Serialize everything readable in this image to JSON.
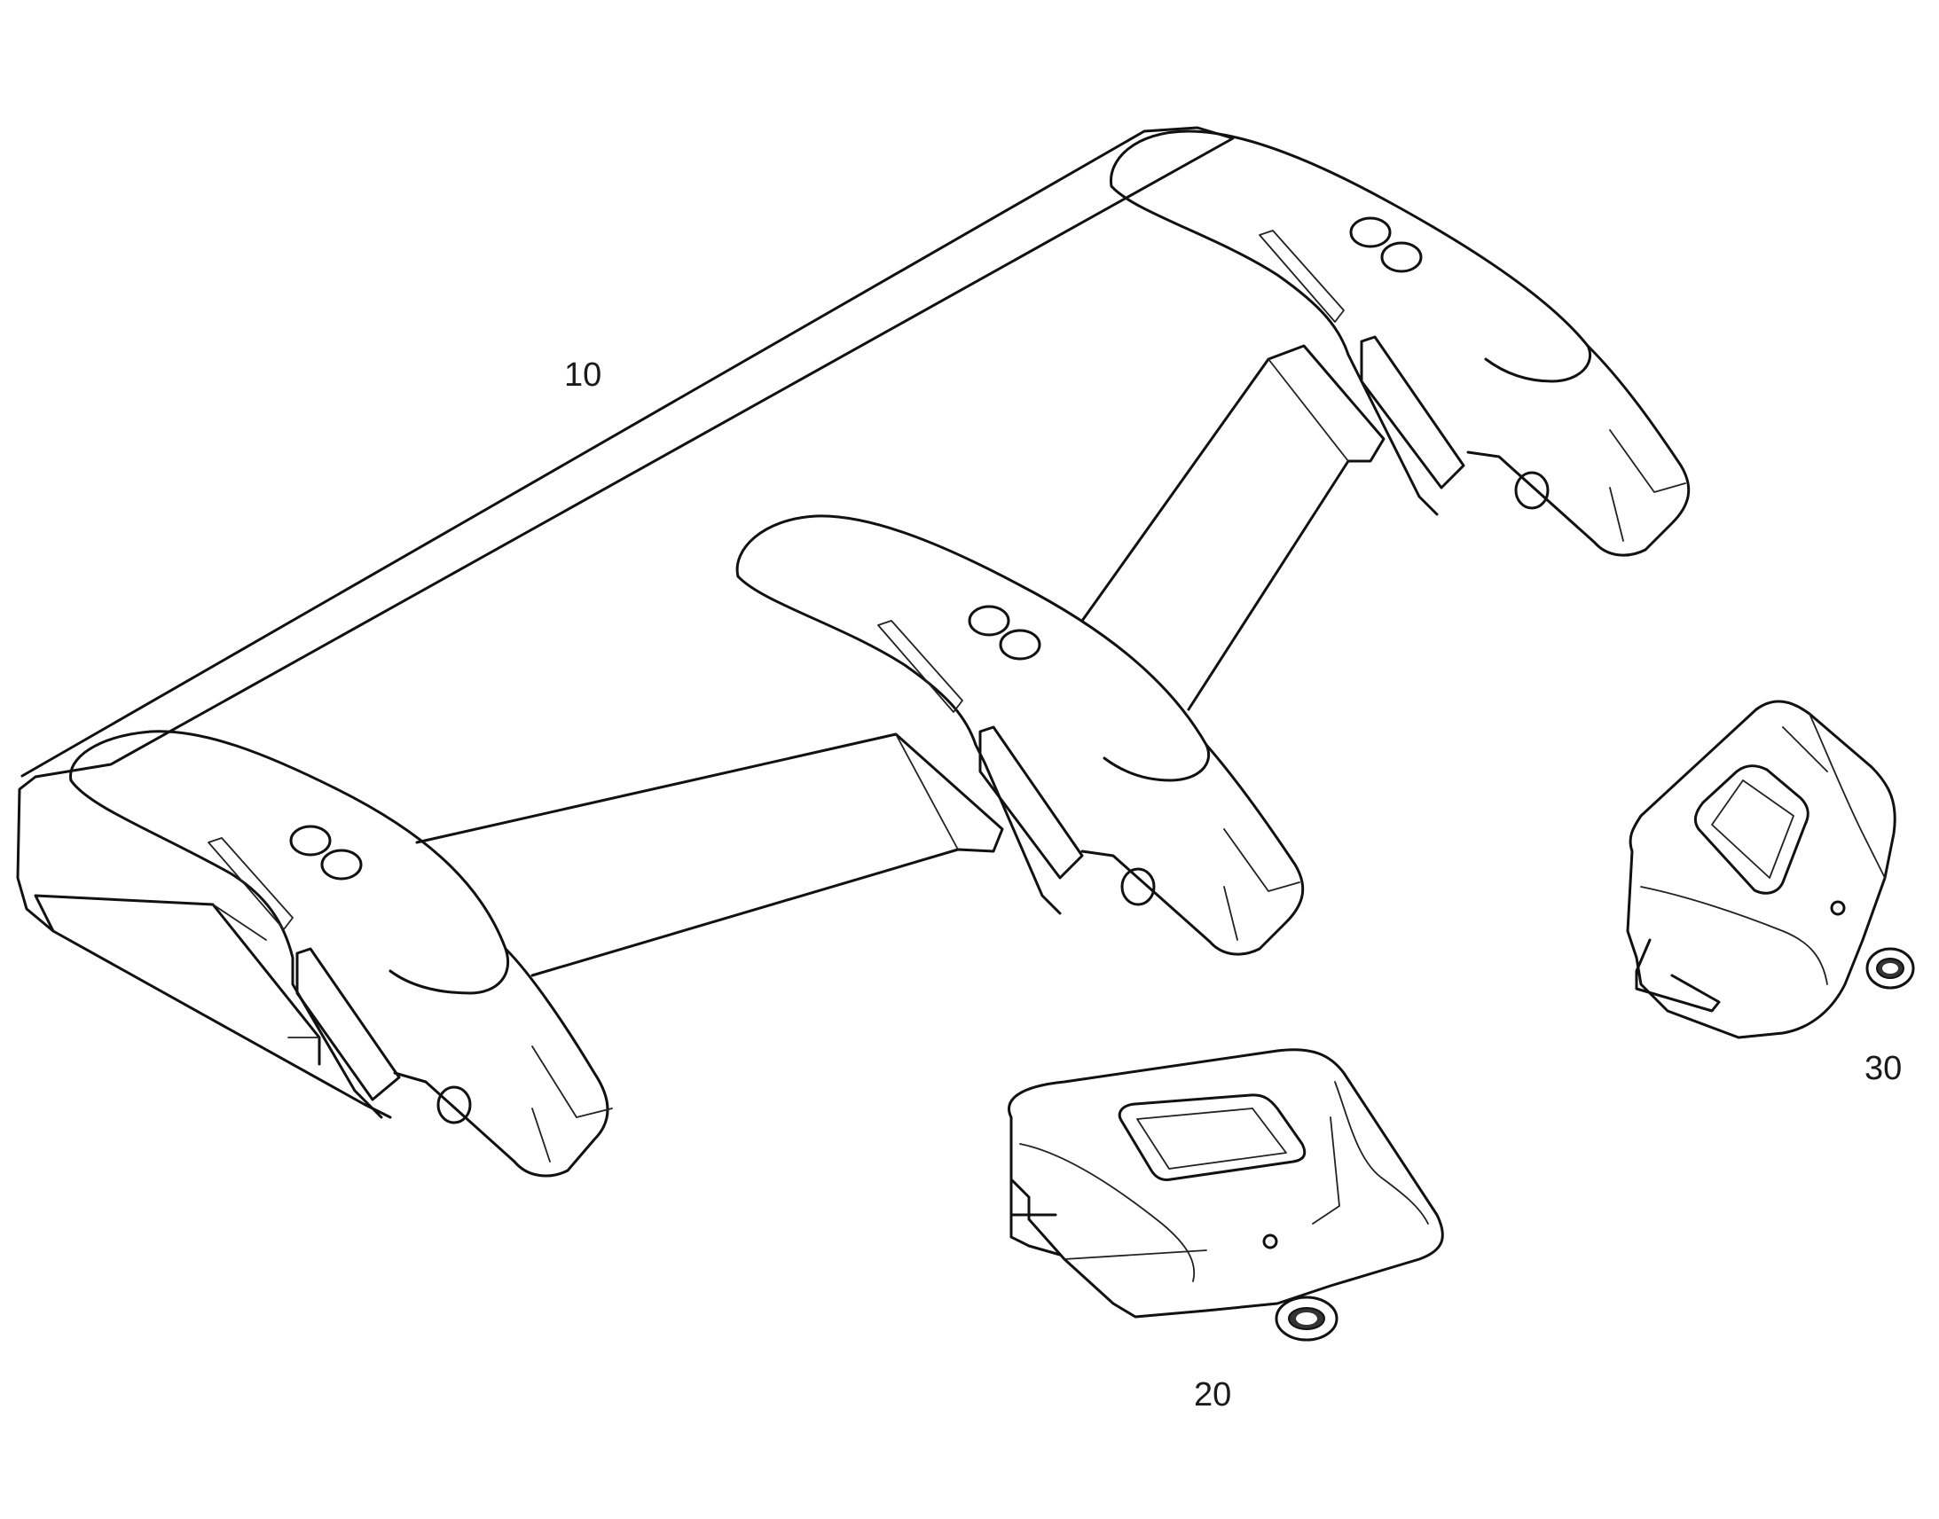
{
  "labels": {
    "ref_10": "10",
    "ref_20": "20",
    "ref_30": "30"
  },
  "colors": {
    "line": "#111111",
    "background": "#ffffff"
  }
}
